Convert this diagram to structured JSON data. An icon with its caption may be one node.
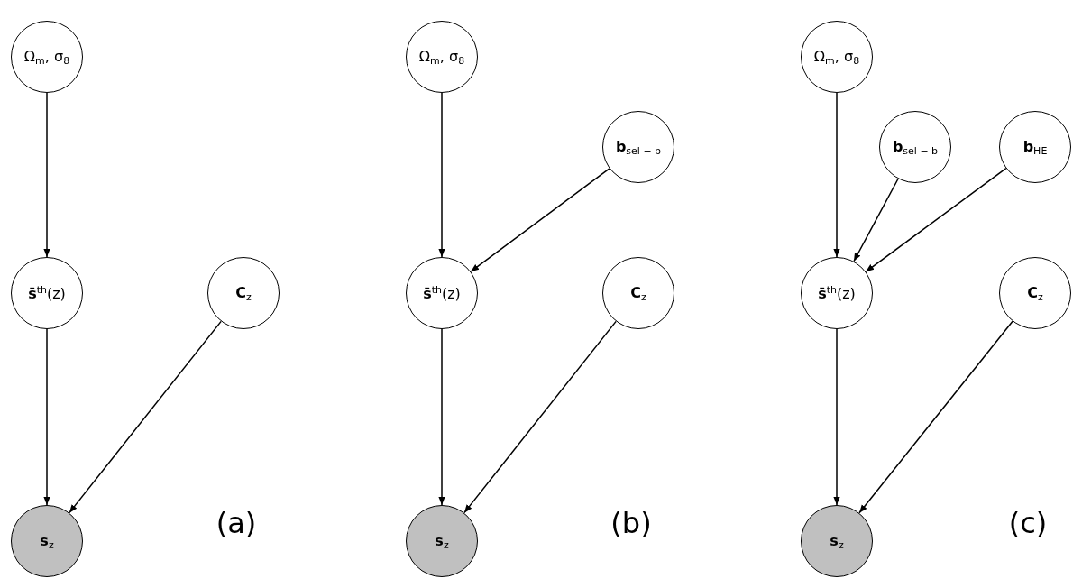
{
  "diagram": {
    "nodes": [
      {
        "text": [
          "Ω$_{m}$, σ$_{8}$"
        ]
      },
      {
        "text": [
          "**s̄**$^{th}$(z)"
        ]
      },
      {
        "text": [
          "**C**$_{z}$"
        ]
      },
      {
        "text": [
          "**s**$_{z}$"
        ]
      },
      {
        "text": [
          "Ω$_{m}$, σ$_{8}$"
        ]
      },
      {
        "text": [
          "**b**$_{sel − b}$"
        ]
      },
      {
        "text": [
          "**s̄**$^{th}$(z)"
        ]
      },
      {
        "text": [
          "**C**$_{z}$"
        ]
      },
      {
        "text": [
          "**s**$_{z}$"
        ]
      },
      {
        "text": [
          "Ω$_{m}$, σ$_{8}$"
        ]
      },
      {
        "text": [
          "**b**$_{sel − b}$"
        ]
      },
      {
        "text": [
          "**b**$_{HE}$"
        ]
      },
      {
        "text": [
          "**s̄**$^{th}$(z)"
        ]
      },
      {
        "text": [
          "**C**$_{z}$"
        ]
      },
      {
        "text": [
          "**s**$_{z}$"
        ]
      }
    ],
    "edges": [
      {
        "from": 0,
        "to": 1,
        "arrow": "to"
      },
      {
        "from": 1,
        "to": 3,
        "arrow": "to"
      },
      {
        "from": 2,
        "to": 3,
        "arrow": "to"
      },
      {
        "from": 4,
        "to": 6,
        "arrow": "to"
      },
      {
        "from": 5,
        "to": 6,
        "arrow": "to"
      },
      {
        "from": 6,
        "to": 8,
        "arrow": "to"
      },
      {
        "from": 7,
        "to": 8,
        "arrow": "to"
      },
      {
        "from": 9,
        "to": 12,
        "arrow": "to"
      },
      {
        "from": 10,
        "to": 12,
        "arrow": "to"
      },
      {
        "from": 11,
        "to": 12,
        "arrow": "to"
      },
      {
        "from": 12,
        "to": 14,
        "arrow": "to"
      },
      {
        "from": 13,
        "to": 14,
        "arrow": "to"
      }
    ],
    "labels": [
      "(a)",
      "(b)",
      "(c)"
    ]
  }
}
